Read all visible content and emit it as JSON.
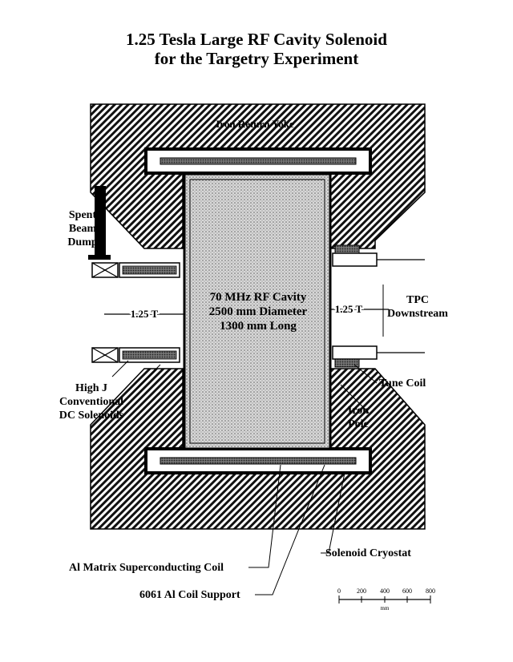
{
  "title": {
    "line1": "1.25 Tesla Large RF Cavity Solenoid",
    "line2": "for the Targetry Experiment"
  },
  "labels": {
    "yoke": "Iron Return Yoke",
    "dump": [
      "Spent",
      "Beam",
      "Dump"
    ],
    "cavity": [
      "70 MHz RF Cavity",
      "2500 mm Diameter",
      "1300 mm Long"
    ],
    "field_left": "1.25 T",
    "field_right": "1.25 T",
    "tpc": [
      "TPC",
      "Downstream"
    ],
    "tune_coil": "Tune Coil",
    "iron_pole": [
      "Iron",
      "Pole"
    ],
    "dc_solenoids": [
      "High J",
      "Conventional",
      "DC Solenoids"
    ],
    "sc_coil": "Al Matrix Superconducting Coil",
    "cryostat": "Solenoid Cryostat",
    "coil_support": "6061 Al Coil Support"
  },
  "scale_bar": {
    "ticks": [
      "0",
      "200",
      "400",
      "600",
      "800"
    ],
    "unit": "mm"
  }
}
